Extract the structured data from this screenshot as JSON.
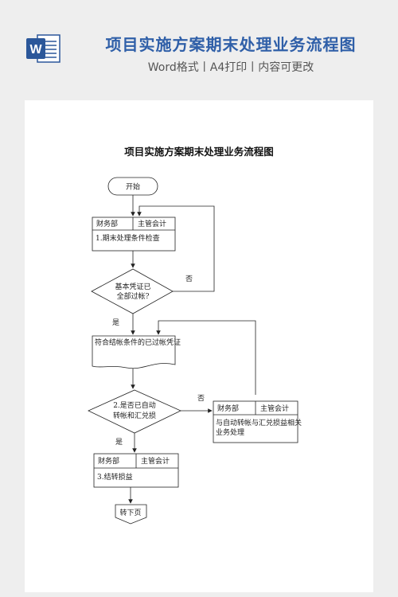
{
  "header": {
    "title": "项目实施方案期末处理业务流程图",
    "subtitle": "Word格式丨A4打印丨内容可更改",
    "icon": "word-document-icon",
    "icon_letter": "W",
    "brand_color": "#2b579a"
  },
  "document": {
    "title": "项目实施方案期末处理业务流程图"
  },
  "flow": {
    "start": "开始",
    "box1": {
      "dept": "财务部",
      "role": "主管会计",
      "task": "1.期末处理条件检查"
    },
    "decision1": {
      "line1": "基本凭证已",
      "line2": "全部过帐?"
    },
    "no1": "否",
    "yes1": "是",
    "doc1": "符合结帐条件的已过帐凭证",
    "decision2": {
      "line1": "2.是否已自动",
      "line2": "转帐和汇兑损"
    },
    "no2": "否",
    "yes2": "是",
    "box2": {
      "dept": "财务部",
      "role": "主管会计",
      "task_line1": "与自动转帐与汇兑损益相关",
      "task_line2": "业务处理"
    },
    "box3": {
      "dept": "财务部",
      "role": "主管会计",
      "task": "3.结转损益"
    },
    "end": "转下页"
  }
}
